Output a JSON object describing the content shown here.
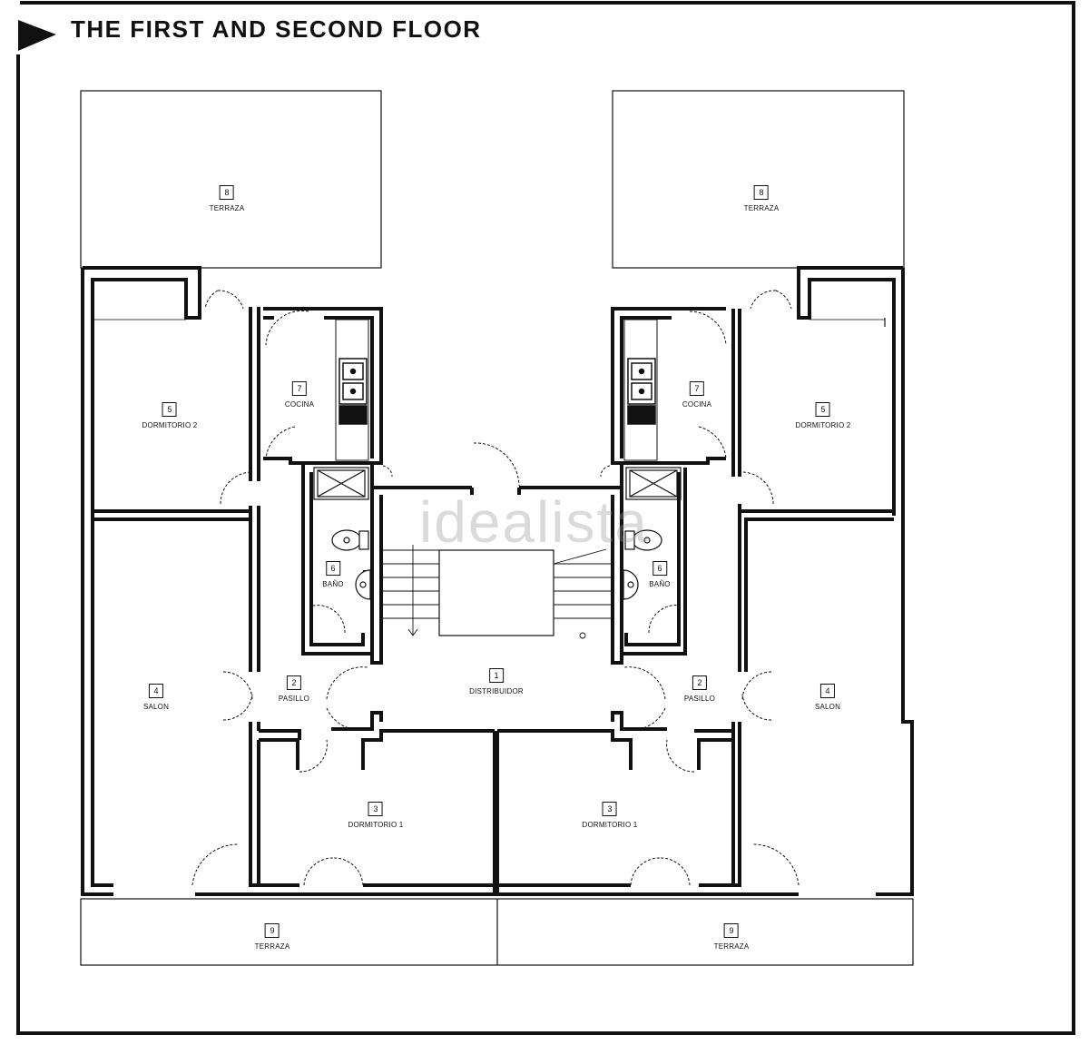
{
  "title": "THE FIRST AND SECOND FLOOR",
  "watermark": "idealista",
  "rooms": {
    "left_terraza_top": {
      "number": "8",
      "name": "TERRAZA"
    },
    "left_cocina": {
      "number": "7",
      "name": "COCINA"
    },
    "left_dormitorio_2": {
      "number": "5",
      "name": "DORMITORIO 2"
    },
    "left_bano": {
      "number": "6",
      "name": "BAÑO"
    },
    "left_salon": {
      "number": "4",
      "name": "SALON"
    },
    "left_pasillo": {
      "number": "2",
      "name": "PASILLO"
    },
    "left_dormitorio_1": {
      "number": "3",
      "name": "DORMITORIO 1"
    },
    "left_terraza_bottom": {
      "number": "9",
      "name": "TERRAZA"
    },
    "distribuidor": {
      "number": "1",
      "name": "DISTRIBUIDOR"
    },
    "right_terraza_top": {
      "number": "8",
      "name": "TERRAZA"
    },
    "right_cocina": {
      "number": "7",
      "name": "COCINA"
    },
    "right_dormitorio_2": {
      "number": "5",
      "name": "DORMITORIO 2"
    },
    "right_bano": {
      "number": "6",
      "name": "BAÑO"
    },
    "right_salon": {
      "number": "4",
      "name": "SALON"
    },
    "right_pasillo": {
      "number": "2",
      "name": "PASILLO"
    },
    "right_dormitorio_1": {
      "number": "3",
      "name": "DORMITORIO 1"
    },
    "right_terraza_bottom": {
      "number": "9",
      "name": "TERRAZA"
    }
  }
}
